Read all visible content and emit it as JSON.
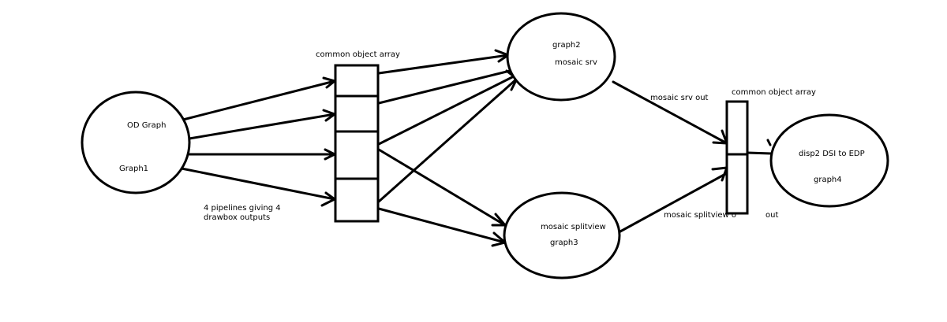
{
  "nodes": {
    "graph1": {
      "title": "OD Graph",
      "name": "Graph1"
    },
    "graph2": {
      "title": "graph2",
      "name": "mosaic srv"
    },
    "graph3": {
      "title": "mosaic splitview",
      "name": "graph3"
    },
    "graph4": {
      "title": "disp2 DSI to EDP",
      "name": "graph4"
    }
  },
  "arrays": {
    "left": {
      "label": "common object array",
      "cells": 4
    },
    "right": {
      "label": "common object array",
      "cells": 2
    }
  },
  "annotations": {
    "pipelines_line1": "4 pipelines giving 4",
    "pipelines_line2": "drawbox outputs",
    "srv_out": "mosaic srv out",
    "splitview_out": "mosaic splitview o",
    "splitview_out_tail": "out"
  },
  "colors": {
    "ink": "#000000",
    "background": "#ffffff"
  }
}
